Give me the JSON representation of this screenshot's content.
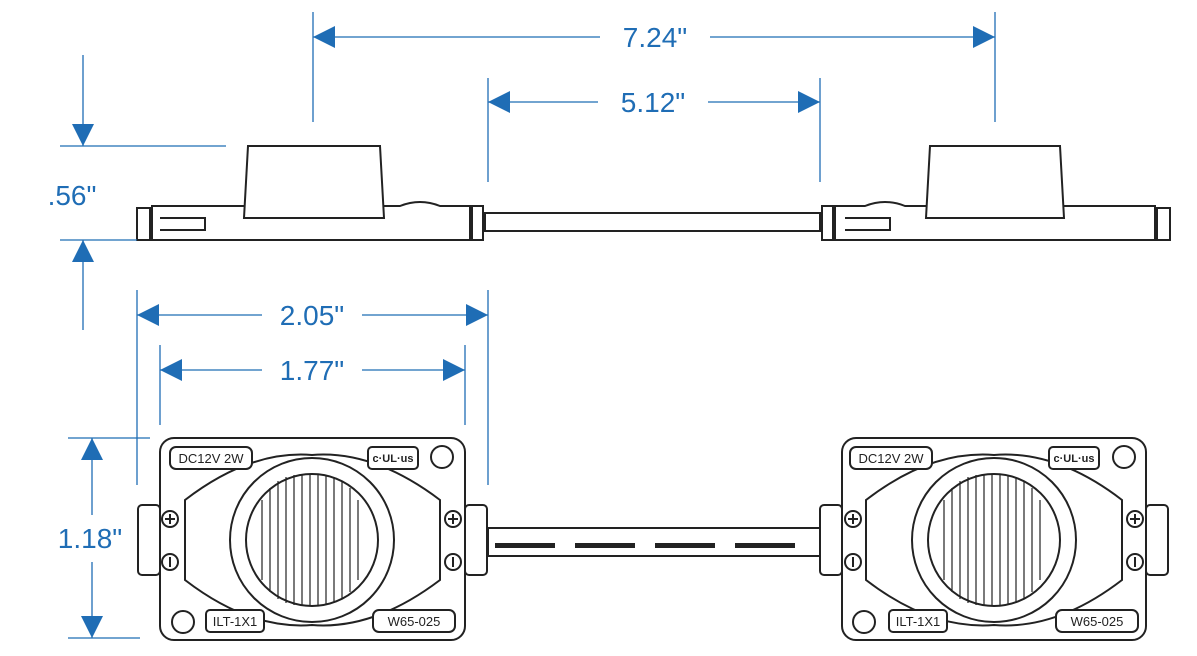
{
  "colors": {
    "dimension": "#1f6db5",
    "outline": "#222222",
    "fill": "#ffffff"
  },
  "dimensions": {
    "overall_length": "7.24\"",
    "module_spacing": "5.12\"",
    "module_height": ".56\"",
    "module_length": "2.05\"",
    "body_length": "1.77\"",
    "module_width": "1.18\""
  },
  "modules": [
    {
      "rating": "DC12V 2W",
      "ul_mark": "c·UL·us",
      "model": "ILT-1X1",
      "part": "W65-025",
      "icon": "plus-minus-terminal-icons"
    },
    {
      "rating": "DC12V 2W",
      "ul_mark": "c·UL·us",
      "model": "ILT-1X1",
      "part": "W65-025",
      "icon": "plus-minus-terminal-icons"
    }
  ]
}
